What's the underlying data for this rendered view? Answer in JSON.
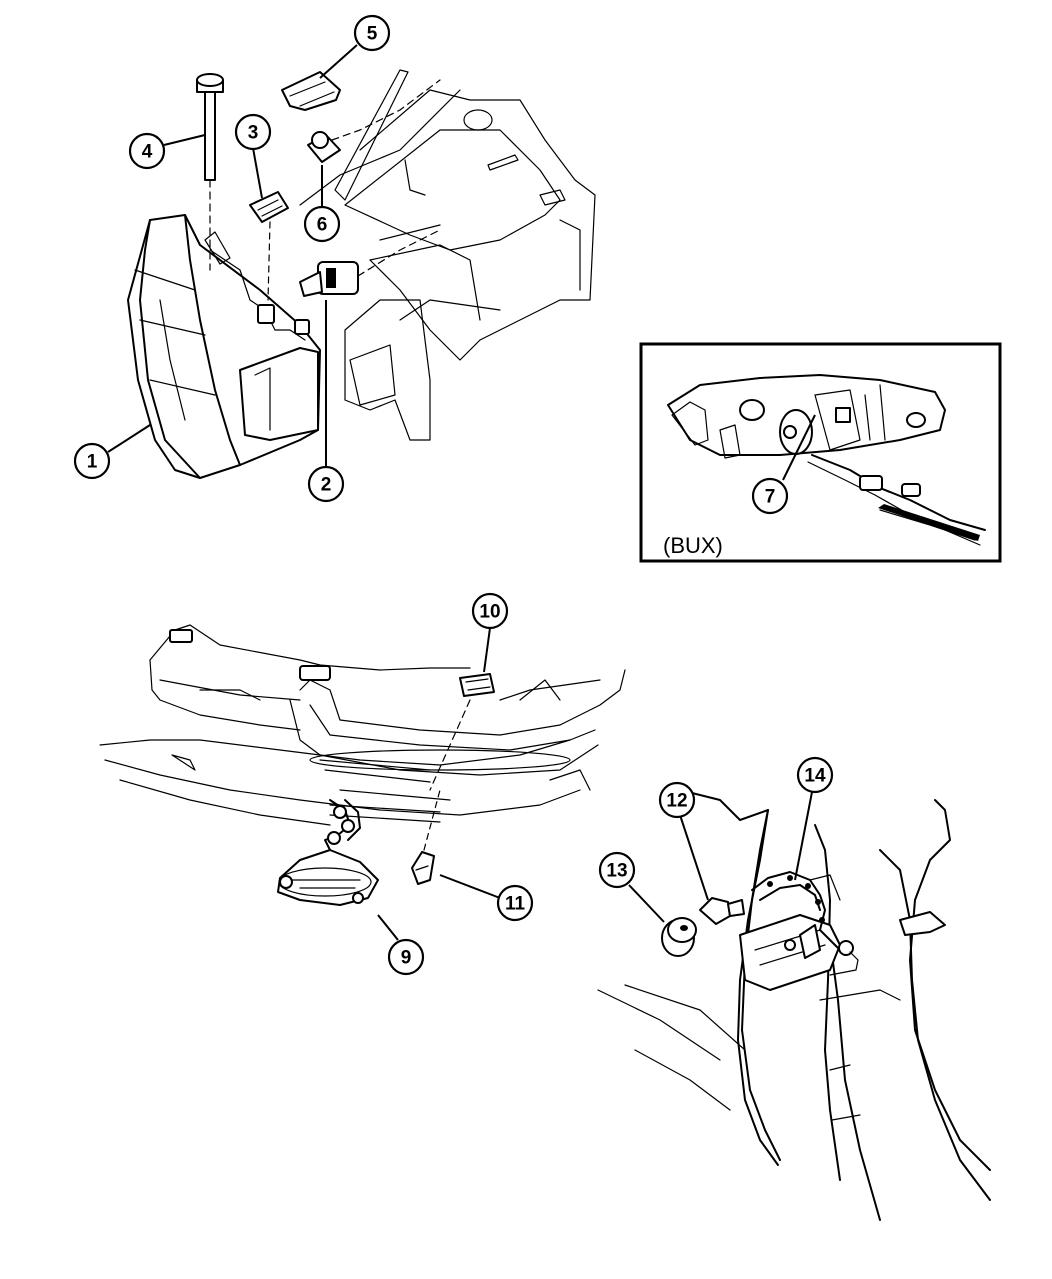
{
  "inset": {
    "label": "(BUX)"
  },
  "callouts": {
    "c1": "1",
    "c2": "2",
    "c3": "3",
    "c4": "4",
    "c5": "5",
    "c6": "6",
    "c7": "7",
    "c9": "9",
    "c10": "10",
    "c11": "11",
    "c12": "12",
    "c13": "13",
    "c14": "14"
  }
}
